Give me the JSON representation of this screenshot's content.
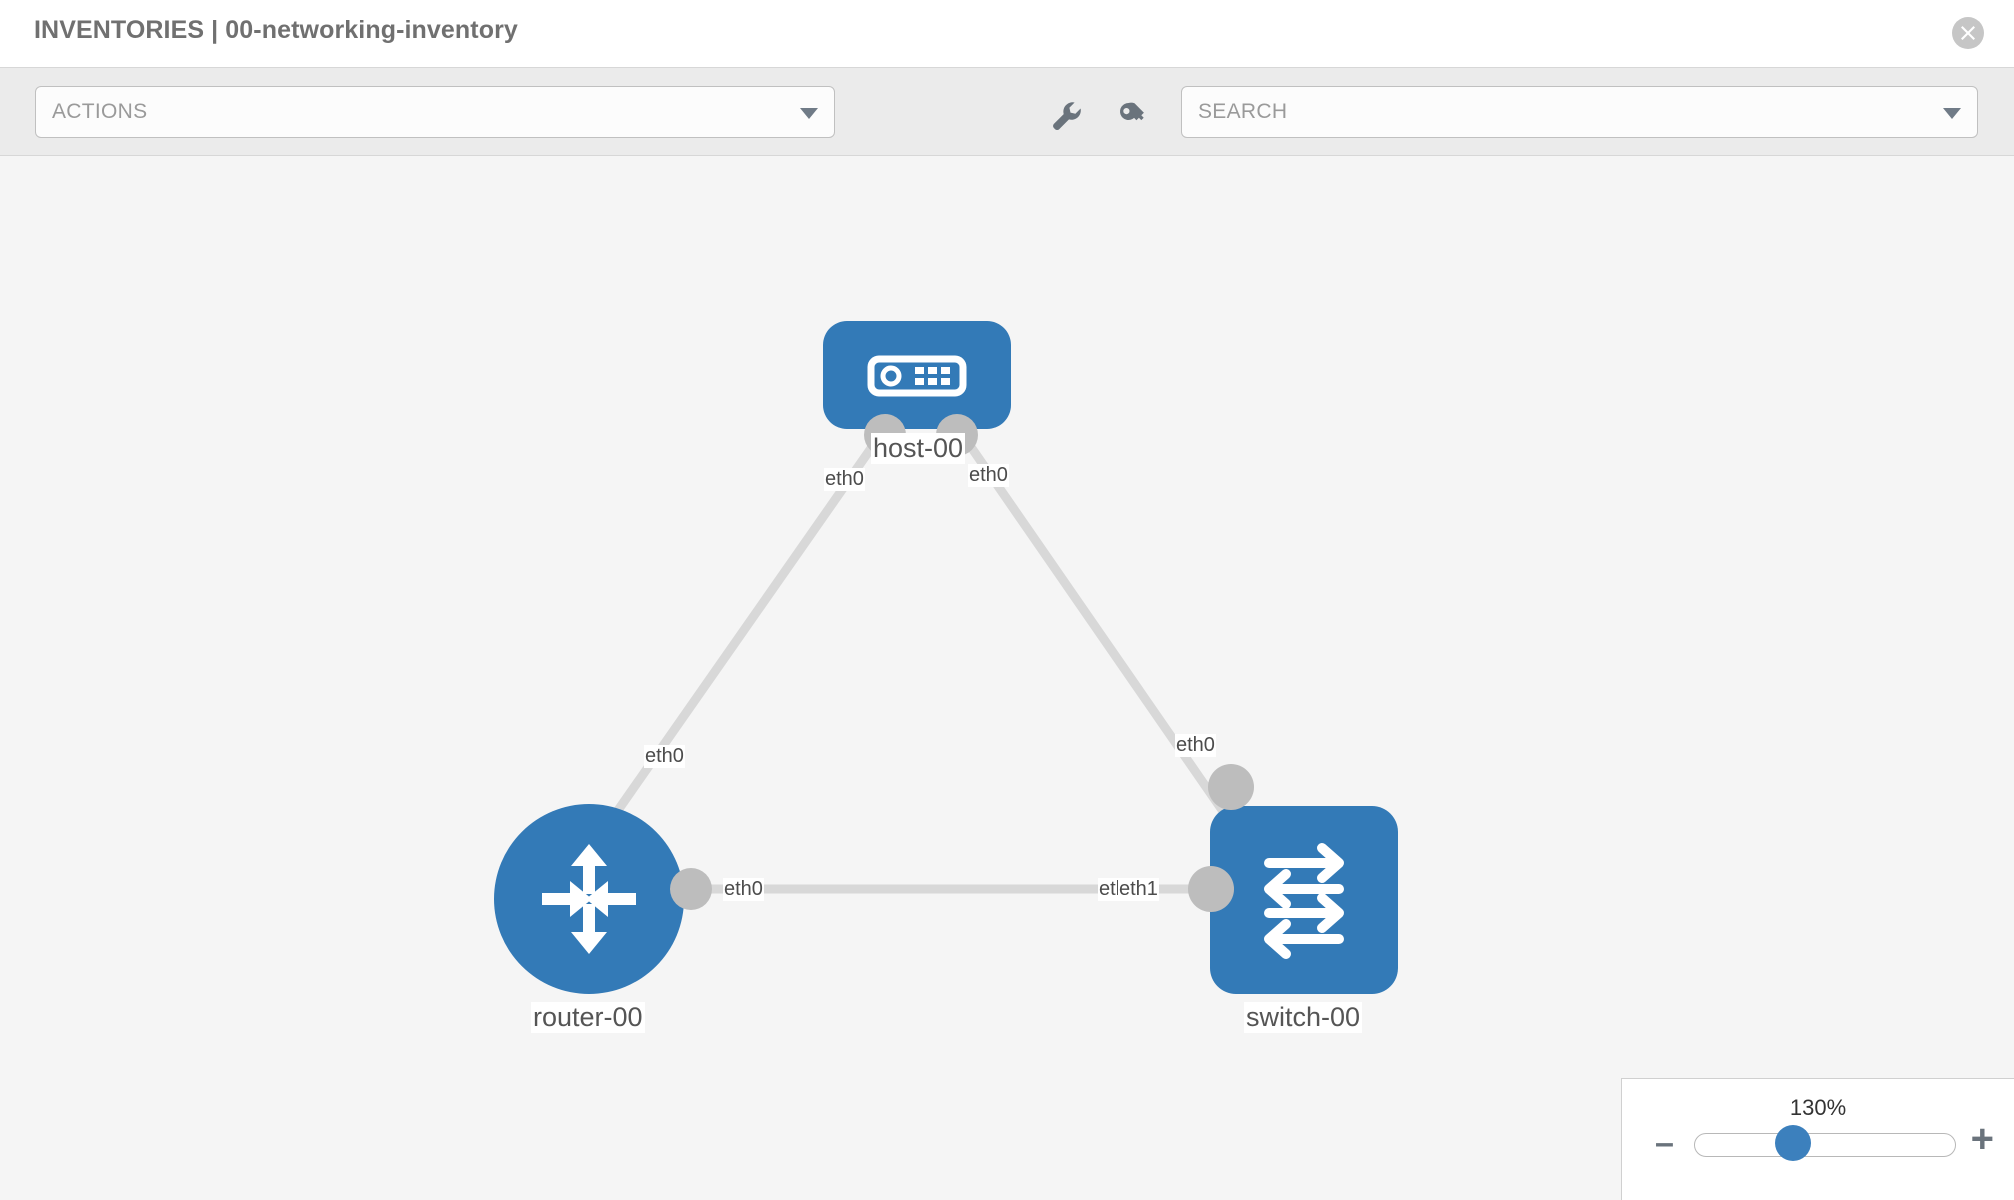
{
  "header": {
    "title": "INVENTORIES | 00-networking-inventory",
    "close_icon": "close-circle-icon"
  },
  "toolbar": {
    "actions_value": "ACTIONS",
    "actions_caret": "chevron-down-icon",
    "search_placeholder": "SEARCH",
    "search_caret": "chevron-down-icon",
    "icons": [
      {
        "name": "wrench-icon",
        "title": "Tools"
      },
      {
        "name": "key-icon",
        "title": "Credentials"
      }
    ]
  },
  "topology": {
    "accent_color": "#337ab7",
    "connector_color": "#bdbdbd",
    "link_color": "#d8d8d8",
    "canvas_background": "#f5f5f5",
    "nodes": [
      {
        "id": "host-00",
        "label": "host-00",
        "type": "host",
        "icon": "server-appliance-icon",
        "shape": "rounded-rect"
      },
      {
        "id": "router-00",
        "label": "router-00",
        "type": "router",
        "icon": "router-arrows-icon",
        "shape": "circle"
      },
      {
        "id": "switch-00",
        "label": "switch-00",
        "type": "switch",
        "icon": "switch-arrows-icon",
        "shape": "rounded-square"
      }
    ],
    "links": [
      {
        "from": "host-00",
        "from_interface": "eth0",
        "to": "router-00",
        "to_interface": "eth0"
      },
      {
        "from": "host-00",
        "from_interface": "eth0",
        "to": "switch-00",
        "to_interface": "eth0"
      },
      {
        "from": "router-00",
        "from_interface": "eth0",
        "to": "switch-00",
        "to_interface": "eth1"
      }
    ],
    "interface_labels": {
      "host_left": "eth0",
      "host_right": "eth0",
      "router_up": "eth0",
      "switch_up": "eth0",
      "router_right": "eth0",
      "switch_left_back": "eth0",
      "switch_left_front": "eth1"
    }
  },
  "zoom_control": {
    "percent": "130%",
    "minus_label": "–",
    "plus_label": "+"
  }
}
